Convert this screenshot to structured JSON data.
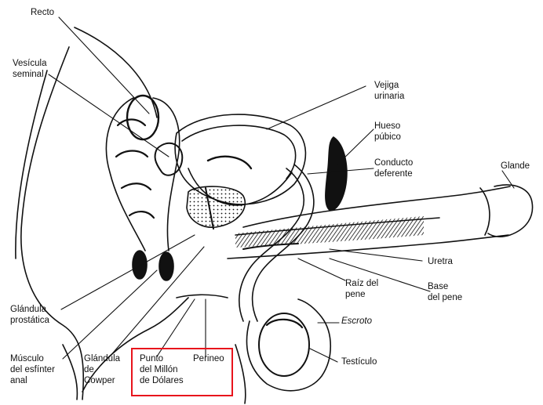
{
  "labels": {
    "recto": "Recto",
    "vesicula_1": "Vesícula",
    "vesicula_2": "seminal",
    "vejiga_1": "Vejiga",
    "vejiga_2": "urinaria",
    "hueso_1": "Hueso",
    "hueso_2": "púbico",
    "conducto_1": "Conducto",
    "conducto_2": "deferente",
    "glande": "Glande",
    "uretra": "Uretra",
    "raiz_1": "Raíz del",
    "raiz_2": "pene",
    "base_1": "Base",
    "base_2": "del pene",
    "escroto": "Escroto",
    "testiculo": "Testículo",
    "glandula_prostatica_1": "Glándula",
    "glandula_prostatica_2": "prostática",
    "musculo_1": "Músculo",
    "musculo_2": "del esfínter",
    "musculo_3": "anal",
    "cowper_1": "Glándula",
    "cowper_2": "de",
    "cowper_3": "Cowper",
    "punto_1": "Punto",
    "punto_2": "del Millón",
    "punto_3": "de Dólares",
    "perineo": "Perineo"
  },
  "colors": {
    "ink": "#111111",
    "highlight": "#e8141c"
  }
}
